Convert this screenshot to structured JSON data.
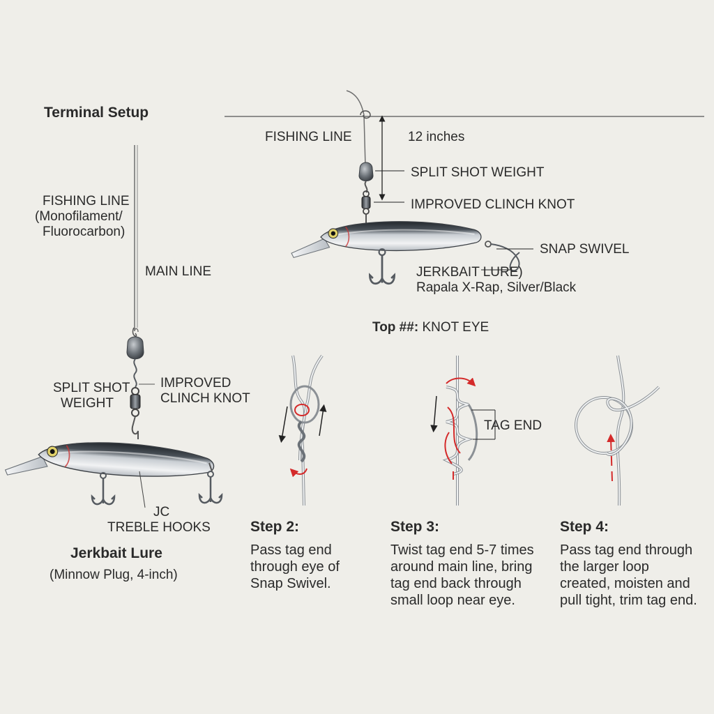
{
  "colors": {
    "background": "#efeee9",
    "line": "#6f6f6f",
    "ink": "#2a2a2a",
    "arrow_red": "#d42a2a",
    "lure_back": "#2b2f33",
    "lure_belly": "#e9ecef",
    "metal": "#555a60"
  },
  "terminal_setup": {
    "title": "Terminal Setup",
    "fishing_line_label": "FISHING LINE",
    "fishing_line_sub1": "(Monofilament/",
    "fishing_line_sub2": "Fluorocarbon)",
    "main_line_label": "MAIN LINE",
    "split_shot_label_1": "SPLIT SHOT",
    "split_shot_label_2": "WEIGHT",
    "knot_label_1": "IMPROVED",
    "knot_label_2": "CLINCH KNOT",
    "hooks_label_1": "JC",
    "hooks_label_2": "TREBLE HOOKS",
    "lure_title": "Jerkbait Lure",
    "lure_sub": "(Minnow Plug, 4-inch)"
  },
  "top_diagram": {
    "fishing_line_label": "FISHING LINE",
    "length_label": "12 inches",
    "split_shot_label": "SPLIT SHOT WEIGHT",
    "knot_label": "IMPROVED CLINCH KNOT",
    "snap_swivel_label": "SNAP SWIVEL",
    "lure_label": "JERKBAIT LURE)",
    "lure_sub": "Rapala X-Rap, Silver/Black",
    "section_bold": "Top ##:",
    "section_rest": "KNOT EYE"
  },
  "steps": [
    {
      "title": "Step 2:",
      "text": "Pass tag end\nthrough eye of\nSnap Swivel."
    },
    {
      "title": "Step 3:",
      "text": "Twist tag end 5-7 times\naround main line, bring\ntag end back through\nsmall loop near eye.",
      "tag_label": "TAG END"
    },
    {
      "title": "Step 4:",
      "text": "Pass tag end through\nthe larger loop\ncreated, moisten and\npull tight, trim tag end."
    }
  ]
}
